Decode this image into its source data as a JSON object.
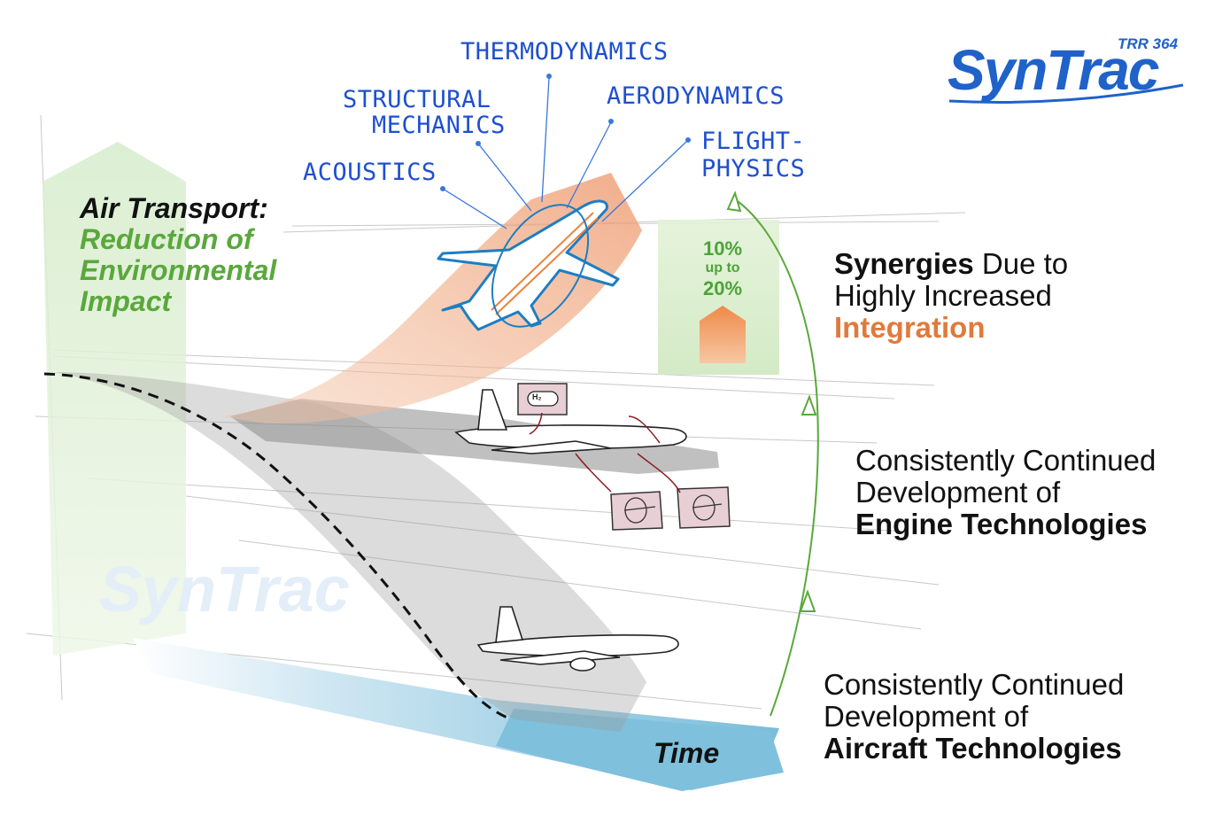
{
  "disciplines": {
    "thermodynamics": "THERMODYNAMICS",
    "structural_line1": "STRUCTURAL",
    "structural_line2": "MECHANICS",
    "aerodynamics": "AERODYNAMICS",
    "acoustics": "ACOUSTICS",
    "flight_line1": "FLIGHT-",
    "flight_line2": "PHYSICS"
  },
  "goal": {
    "line1": "Air Transport:",
    "line2": "Reduction of",
    "line3": "Environmental",
    "line4": "Impact"
  },
  "stat": {
    "low": "10%",
    "mid": "up to",
    "high": "20%"
  },
  "levels": {
    "synergy": {
      "bold": "Synergies",
      "rest": " Due to",
      "line2": "Highly Increased",
      "line3": "Integration"
    },
    "engine": {
      "line1": "Consistently Continued",
      "line2": "Development of",
      "line3": "Engine Technologies"
    },
    "aircraft": {
      "line1": "Consistently Continued",
      "line2": "Development of",
      "line3": "Aircraft Technologies"
    }
  },
  "time_label": "Time",
  "h2_label": "H₂",
  "logo": {
    "name": "SynTrac",
    "tag": "TRR 364"
  },
  "colors": {
    "blue_hand": "#1e4fd0",
    "green": "#5aa83c",
    "orange": "#e07a3c",
    "time_band": "#7fc0dc",
    "logo_blue": "#1f62c9"
  }
}
